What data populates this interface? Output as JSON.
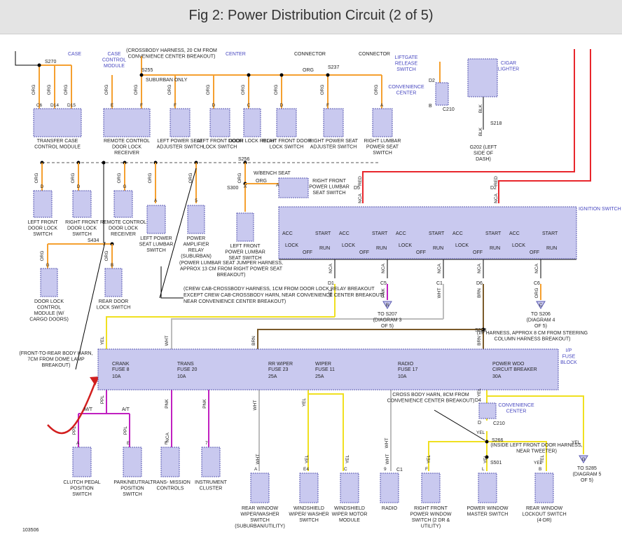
{
  "header": {
    "title": "Fig 2: Power Distribution Circuit (2 of 5)"
  },
  "colors": {
    "orange": "#f5a030",
    "red": "#e8262c",
    "yellow": "#f0e020",
    "magenta": "#c020c0",
    "grey": "#bcbcbc",
    "box_fill": "#c9c9ef",
    "box_stroke": "#5a5ab0",
    "label": "#4848c0",
    "arrow": "#d21f1f"
  },
  "top_notes": {
    "case": "CASE",
    "case_control_module": "CASE CONTROL MODULE",
    "crossbody_note": "(CROSSBODY HARNESS, 20 CM FROM CONVENIENCE CENTER BREAKOUT)",
    "center": "CENTER",
    "connector1": "CONNECTOR",
    "connector2": "CONNECTOR",
    "liftgate": "LIFTGATE RELEASE SWITCH",
    "suburban_only": "SUBURBAN ONLY",
    "s270": "S270",
    "s255": "S255",
    "s237": "S237",
    "org": "ORG",
    "convenience_center": "CONVENIENCE CENTER",
    "c210": "C210",
    "d2": "D2",
    "b": "B",
    "cigar_lighter": "CIGAR LIGHTER",
    "s218": "S218",
    "g202": "G202 (LEFT SIDE OF DASH)",
    "blk": "BLK"
  },
  "row1_components": [
    {
      "label": "TRANSFER CASE CONTROL MODULE",
      "pins": [
        "C6",
        "D14",
        "D15"
      ]
    },
    {
      "label": "REMOTE CONTROL DOOR LOCK RECEIVER",
      "pins": [
        "E",
        "F"
      ]
    },
    {
      "label": "LEFT POWER SEAT ADJUSTER SWITCH",
      "pins": [
        "F"
      ]
    },
    {
      "label": "LEFT FRONT DOOR LOCK SWITCH",
      "pins": [
        "D"
      ]
    },
    {
      "label": "DOOR LOCK RELAY",
      "pins": [
        "C"
      ]
    },
    {
      "label": "RIGHT FRONT DOOR LOCK SWITCH",
      "pins": [
        "D"
      ]
    },
    {
      "label": "RIGHT POWER SEAT ADJUSTER SWITCH",
      "pins": [
        "F"
      ]
    },
    {
      "label": "RIGHT LUMBAR POWER SEAT SWITCH",
      "pins": [
        "A"
      ]
    }
  ],
  "row2_components": [
    {
      "label": "LEFT FRONT DOOR LOCK SWITCH",
      "pins": [
        "D"
      ]
    },
    {
      "label": "RIGHT FRONT DOOR LOCK SWITCH",
      "pins": [
        "D"
      ]
    },
    {
      "label": "REMOTE CONTROL DOOR LOCK RECEIVER",
      "pins": [
        "G"
      ]
    },
    {
      "label": "LEFT POWER SEAT LUMBAR SWITCH",
      "pins": [
        "A"
      ]
    },
    {
      "label": "POWER AMPLIFIER RELAY (SUBURBAN)",
      "pins": [
        "5"
      ]
    },
    {
      "label": "LEFT FRONT POWER LUMBAR SEAT SWITCH",
      "pins": [
        "A"
      ]
    },
    {
      "label": "RIGHT FRONT POWER LUMBAR SEAT SWITCH",
      "pins": [
        "A"
      ]
    }
  ],
  "row3_components": [
    {
      "label": "DOOR LOCK CONTROL MODULE (W/ CARGO DOORS)",
      "pins": [
        "G"
      ]
    },
    {
      "label": "REAR DOOR LOCK SWITCH",
      "pins": [
        "B"
      ]
    }
  ],
  "mid_notes": {
    "s256": "S256",
    "s434": "S434",
    "s300": "S300",
    "w_bench_seat": "W/BENCH SEAT",
    "lumbar_note": "(POWER LUMBAR SEAT JUMPER HARNESS, APPROX 13 CM FROM RIGHT POWER SEAT BREAKOUT)",
    "crew_note1": "(CREW CAB-CROSSBODY HARNESS, 1CM FROM DOOR LOCK RELAY BREAKOUT",
    "crew_note2": "EXCEPT CREW CAB-CROSSBODY HARN, NEAR CONVENIENCE CENTER BREAKOUT)",
    "front_rear_note": "(FRONT-TO-REAR BODY HARN, 7CM FROM DOME LAMP BREAKOUT)"
  },
  "ignition": {
    "label": "IGNITION SWITCH",
    "positions": [
      "ACC",
      "START",
      "LOCK",
      "OFF",
      "RUN"
    ],
    "inputs": [
      {
        "pin": "D5",
        "wire": "RED"
      },
      {
        "pin": "D2",
        "wire": "RED"
      }
    ],
    "outputs": [
      {
        "pin": "D1",
        "wire": "YEL",
        "nca": "NCA"
      },
      {
        "pin": "C5",
        "wire": "PNK",
        "nca": "NCA",
        "to": "TO S207 (DIAGRAM 3 OF 5)",
        "flag": "B"
      },
      {
        "pin": "C1",
        "wire": "WHT",
        "nca": "NCA"
      },
      {
        "pin": "D6",
        "wire": "BRN",
        "nca": "NCA"
      },
      {
        "pin": "C6",
        "wire": "ORG",
        "nca": "NCA",
        "to": "TO S206 (DIAGRAM 4 OF 5)",
        "flag": "C"
      }
    ]
  },
  "s203": {
    "label": "S203",
    "note": "(I/P HARNESS, APPROX 8 CM FROM STEERING COLUMN HARNESS BREAKOUT)"
  },
  "fuse_block": {
    "label": "I/P FUSE BLOCK",
    "fuses": [
      {
        "name": "CRANK",
        "fuse": "FUSE 8",
        "amps": "10A",
        "wire": "YEL",
        "out": "PPL"
      },
      {
        "name": "TRANS",
        "fuse": "FUSE 20",
        "amps": "10A",
        "wire": "WHT",
        "out": "PNK"
      },
      {
        "name": "RR WIPER",
        "fuse": "FUSE 23",
        "amps": "25A",
        "wire": "BRN",
        "out": "WHT"
      },
      {
        "name": "WIPER",
        "fuse": "FUSE 11",
        "amps": "25A",
        "wire": "",
        "out": "YEL"
      },
      {
        "name": "RADIO",
        "fuse": "FUSE 17",
        "amps": "10A",
        "wire": "",
        "out": "WHT"
      },
      {
        "name": "POWER WDO",
        "fuse": "CIRCUIT BREAKER",
        "amps": "30A",
        "wire": "BRN",
        "out": "YEL"
      }
    ]
  },
  "lower_notes": {
    "mt": "M/T",
    "at": "A/T",
    "cross_body": "CROSS BODY HARN, 8CM FROM CONVENIENCE CENTER BREAKOUT)",
    "conv_center": "CONVENIENCE CENTER",
    "d4": "D4",
    "d": "D",
    "c210": "C210",
    "s266": "S266",
    "s266_note": "(INSIDE LEFT FRONT DOOR HARNESS, NEAR TWEETER)",
    "s501": "S501",
    "to_s285": "TO S285 (DIAGRAM 5 OF 5)",
    "flag_g": "G",
    "ref": "103506"
  },
  "bottom_components": [
    {
      "label": "CLUTCH PEDAL POSITION SWITCH",
      "pin": "A",
      "wire": "PPL"
    },
    {
      "label": "PARK/NEUTRAL POSITION SWITCH",
      "pin": "E",
      "wire": "PPL"
    },
    {
      "label": "TRANS- MISSION CONTROLS",
      "pin": "E",
      "wire": "PNK",
      "nca": "NCA"
    },
    {
      "label": "INSTRUMENT CLUSTER",
      "pin": "7",
      "wire": "PNK"
    },
    {
      "label": "REAR WINDOW WIPER/WASHER SWITCH (SUBURBAN/UTILITY)",
      "pin": "A",
      "wire": "WHT"
    },
    {
      "label": "WINDSHIELD WIPER/ WASHER SWITCH",
      "pin": "E4",
      "wire": "YEL"
    },
    {
      "label": "WINDSHIELD WIPER MOTOR MODULE",
      "pin": "C",
      "wire": "YEL"
    },
    {
      "label": "RADIO",
      "pin": "9",
      "wire": "WHT",
      "conn": "C1"
    },
    {
      "label": "RIGHT FRONT POWER WINDOW SWITCH (2 DR & UTILITY)",
      "pin": "F",
      "wire": "YEL"
    },
    {
      "label": "POWER WINDOW MASTER SWITCH",
      "pin": "L",
      "wire": "YEL"
    },
    {
      "label": "REAR WINDOW LOCKOUT SWITCH (4-DR)",
      "pin": "B",
      "wire": "YEL"
    }
  ]
}
